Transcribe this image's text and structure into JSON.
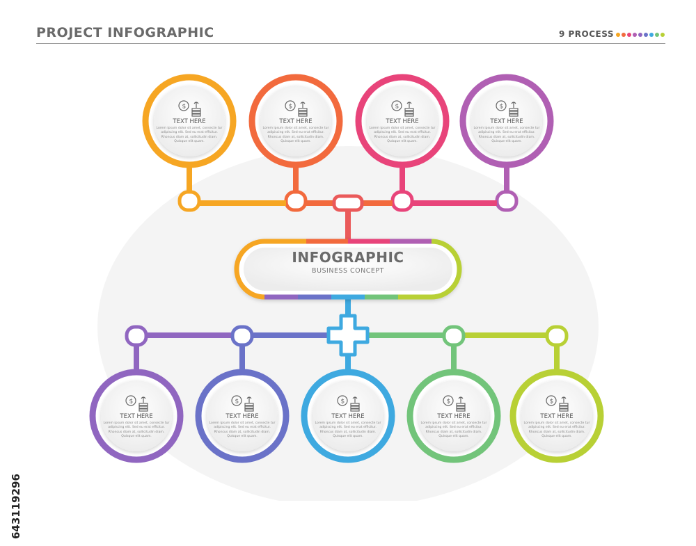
{
  "header": {
    "title": "PROJECT INFOGRAPHIC",
    "process_label": "9 PROCESS"
  },
  "palette": [
    "#f6a623",
    "#f26a3d",
    "#e8447a",
    "#b05fb3",
    "#9066c0",
    "#6a72c8",
    "#3ea9e0",
    "#72c47a",
    "#b8d035"
  ],
  "center": {
    "title": "INFOGRAPHIC",
    "subtitle": "BUSINESS CONCEPT"
  },
  "top_nodes": [
    {
      "color": "#f6a623",
      "icon": "watering-can-plant-icon",
      "label": "TEXT HERE",
      "body": "Lorem ipsum dolor sit amet, consecte tur adipiscing elit. Sed eu erat efficitur. Rhoncus diam at, sollicitudin diam. Quisque elit quam."
    },
    {
      "color": "#f26a3d",
      "icon": "hourglass-coins-icon",
      "label": "TEXT HERE",
      "body": "Lorem ipsum dolor sit amet, consecte tur adipiscing elit. Sed eu erat efficitur. Rhoncus diam at, sollicitudin diam. Quisque elit quam."
    },
    {
      "color": "#e8447a",
      "icon": "growth-chart-icon",
      "label": "TEXT HERE",
      "body": "Lorem ipsum dolor sit amet, consecte tur adipiscing elit. Sed eu erat efficitur. Rhoncus diam at, sollicitudin diam. Quisque elit quam."
    },
    {
      "color": "#b05fb3",
      "icon": "shield-coins-icon",
      "label": "TEXT HERE",
      "body": "Lorem ipsum dolor sit amet, consecte tur adipiscing elit. Sed eu erat efficitur. Rhoncus diam at, sollicitudin diam. Quisque elit quam."
    }
  ],
  "bottom_nodes": [
    {
      "color": "#9066c0",
      "icon": "money-bag-shield-icon",
      "label": "TEXT HERE",
      "body": "Lorem ipsum dolor sit amet, consecte tur adipiscing elit. Sed eu erat efficitur. Rhoncus diam at, sollicitudin diam. Quisque elit quam."
    },
    {
      "color": "#6a72c8",
      "icon": "balance-scale-icon",
      "label": "TEXT HERE",
      "body": "Lorem ipsum dolor sit amet, consecte tur adipiscing elit. Sed eu erat efficitur. Rhoncus diam at, sollicitudin diam. Quisque elit quam."
    },
    {
      "color": "#3ea9e0",
      "icon": "money-bag-plant-icon",
      "label": "TEXT HERE",
      "body": "Lorem ipsum dolor sit amet, consecte tur adipiscing elit. Sed eu erat efficitur. Rhoncus diam at, sollicitudin diam. Quisque elit quam."
    },
    {
      "color": "#72c47a",
      "icon": "hand-coin-icon",
      "label": "TEXT HERE",
      "body": "Lorem ipsum dolor sit amet, consecte tur adipiscing elit. Sed eu erat efficitur. Rhoncus diam at, sollicitudin diam. Quisque elit quam."
    },
    {
      "color": "#b8d035",
      "icon": "target-flow-icon",
      "label": "TEXT HERE",
      "body": "Lorem ipsum dolor sit amet, consecte tur adipiscing elit. Sed eu erat efficitur. Rhoncus diam at, sollicitudin diam. Quisque elit quam."
    }
  ],
  "stock_id": "643119296"
}
